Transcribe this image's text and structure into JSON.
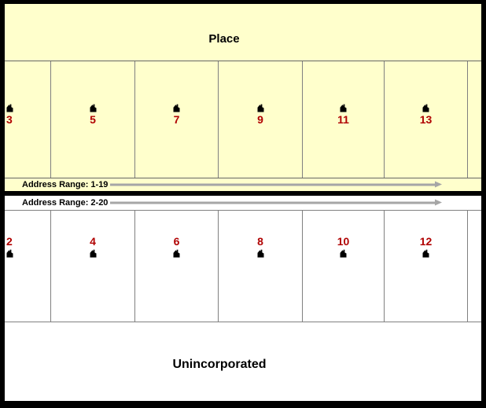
{
  "place": {
    "label": "Place"
  },
  "unincorporated": {
    "label": "Unincorporated"
  },
  "odd_side": {
    "range_label": "Address Range: 1-19",
    "parcels": [
      "3",
      "5",
      "7",
      "9",
      "11",
      "13"
    ]
  },
  "even_side": {
    "range_label": "Address Range: 2-20",
    "parcels": [
      "2",
      "4",
      "6",
      "8",
      "10",
      "12"
    ]
  },
  "icons": {
    "house": "house-icon"
  },
  "colors": {
    "place_fill": "#FFFFCC",
    "unincorporated_fill": "#FFFFFF",
    "address_number": "#B00000",
    "arrow": "#A6A6A6",
    "parcel_line": "#808080",
    "street_line": "#000000",
    "outer_border": "#000000"
  }
}
